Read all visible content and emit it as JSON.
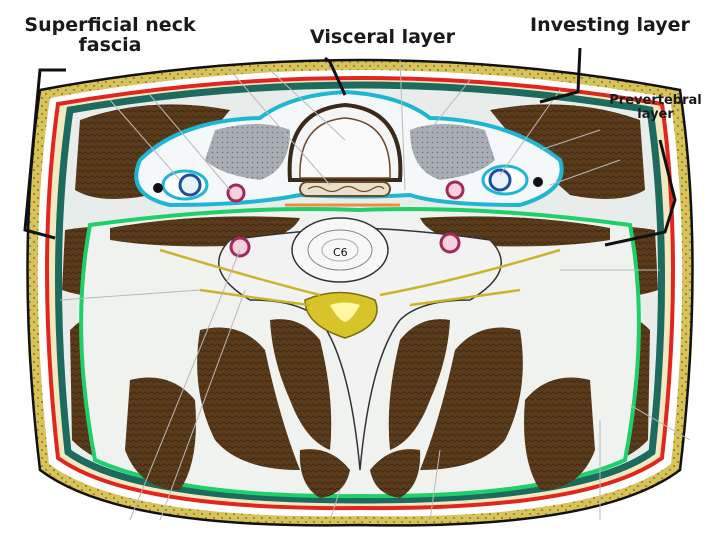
{
  "labels": {
    "superficial_line1": "Superficial neck",
    "superficial_line2": "fascia",
    "visceral": "Visceral layer",
    "investing": "Investing layer",
    "prevertebral_line1": "Prevertebral",
    "prevertebral_line2": "layer",
    "vertebra": "C6"
  },
  "colors": {
    "skin_outline": "#111111",
    "superficial_fascia": "#d8c35a",
    "red_layer": "#e0261e",
    "investing_green": "#1c6b5e",
    "visceral_cyan": "#1fb6d4",
    "prevertebral_green": "#1fcf6a",
    "muscle_brown": "#5a3b1c",
    "bone": "#f2f2f2",
    "spinal_cord": "#d6c42a"
  }
}
